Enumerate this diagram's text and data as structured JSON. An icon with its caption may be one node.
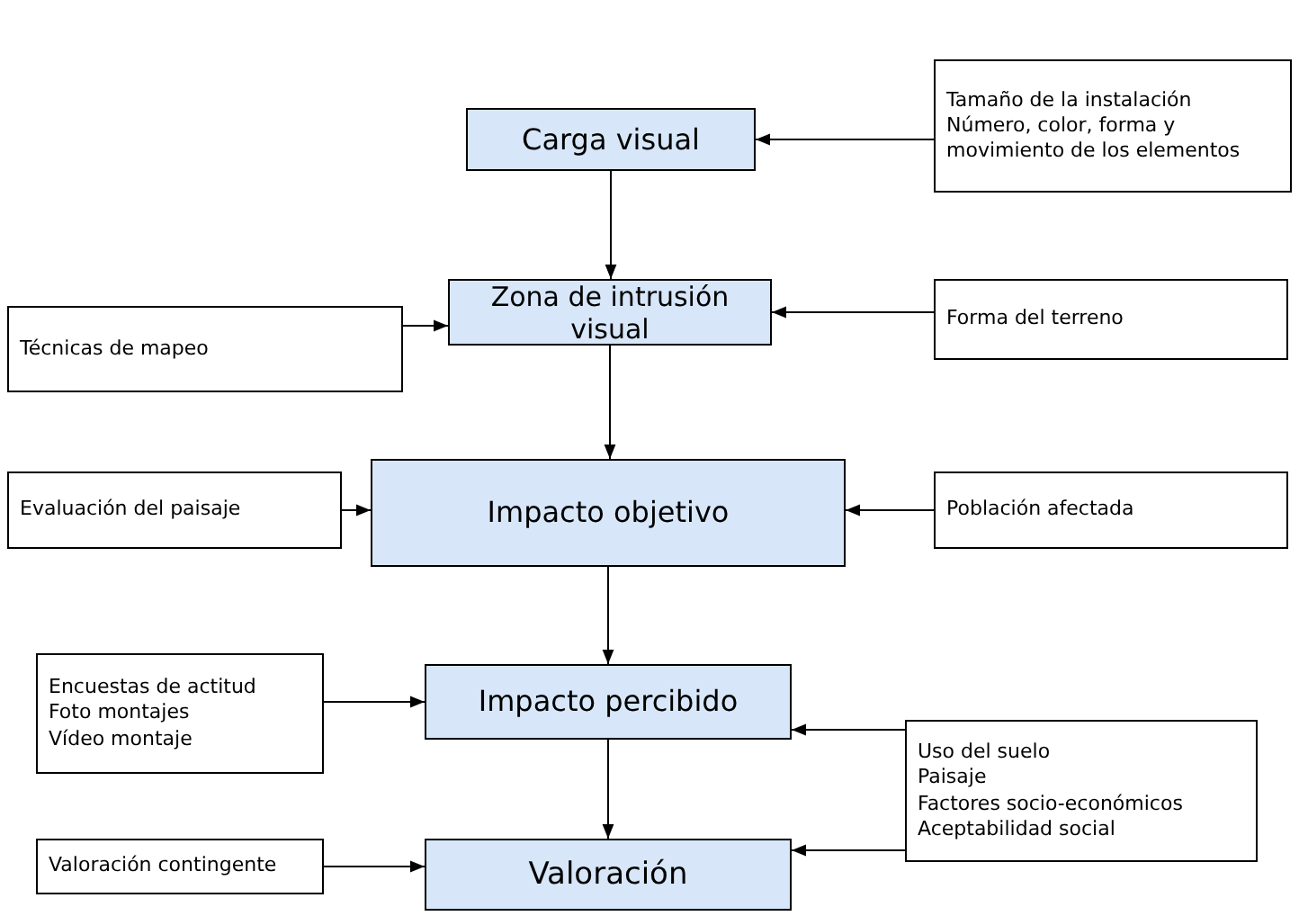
{
  "diagram": {
    "nodes": [
      {
        "text": [
          "Carga visual"
        ]
      },
      {
        "text": [
          "Tamaño de la instalación",
          "Número, color, forma y movimiento de los elementos"
        ]
      },
      {
        "text": [
          "Zona de intrusión visual"
        ]
      },
      {
        "text": [
          "Técnicas de mapeo"
        ]
      },
      {
        "text": [
          "Forma del terreno"
        ]
      },
      {
        "text": [
          "Impacto objetivo"
        ]
      },
      {
        "text": [
          "Evaluación del paisaje"
        ]
      },
      {
        "text": [
          "Población afectada"
        ]
      },
      {
        "text": [
          "Encuestas de actitud",
          "Foto montajes",
          "Vídeo montaje"
        ]
      },
      {
        "text": [
          "Impacto percibido"
        ]
      },
      {
        "text": [
          "Uso del suelo",
          "Paisaje",
          "Factores socio-económicos",
          "Aceptabilidad social"
        ]
      },
      {
        "text": [
          "Valoración contingente"
        ]
      },
      {
        "text": [
          "Valoración"
        ]
      }
    ],
    "edges": [
      {
        "from": 1,
        "to": 0,
        "arrow": "to"
      },
      {
        "from": 0,
        "to": 2,
        "arrow": "to"
      },
      {
        "from": 3,
        "to": 2,
        "arrow": "to"
      },
      {
        "from": 4,
        "to": 2,
        "arrow": "to"
      },
      {
        "from": 2,
        "to": 5,
        "arrow": "to"
      },
      {
        "from": 6,
        "to": 5,
        "arrow": "to"
      },
      {
        "from": 7,
        "to": 5,
        "arrow": "to"
      },
      {
        "from": 5,
        "to": 9,
        "arrow": "to"
      },
      {
        "from": 8,
        "to": 9,
        "arrow": "to"
      },
      {
        "from": 10,
        "to": 9,
        "arrow": "to"
      },
      {
        "from": 9,
        "to": 12,
        "arrow": "to"
      },
      {
        "from": 10,
        "to": 12,
        "arrow": "to"
      },
      {
        "from": 11,
        "to": 12,
        "arrow": "to"
      }
    ]
  }
}
